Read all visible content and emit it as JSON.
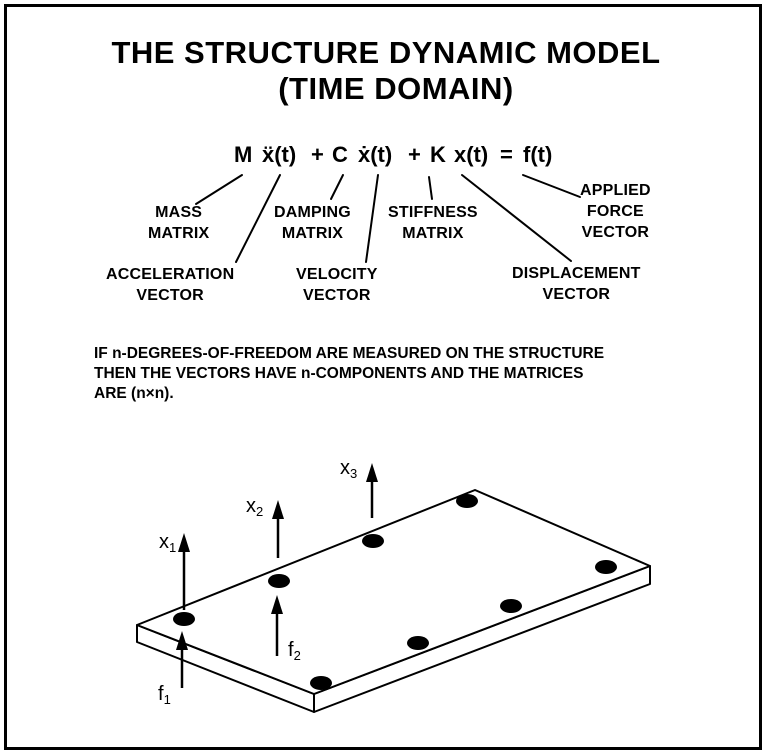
{
  "title": {
    "line1": "THE STRUCTURE DYNAMIC MODEL",
    "line2": "(TIME DOMAIN)"
  },
  "equation": {
    "mass_symbol": "M",
    "acceleration_term": "ẍ(t)",
    "plus1": "+",
    "damping_symbol": "C",
    "velocity_term": "ẋ(t)",
    "plus2": "+",
    "stiffness_symbol": "K",
    "displacement_term": "x(t)",
    "equals": "=",
    "force_term": "f(t)"
  },
  "labels": {
    "mass_matrix": [
      "MASS",
      "MATRIX"
    ],
    "acceleration_vector": [
      "ACCELERATION",
      "VECTOR"
    ],
    "damping_matrix": [
      "DAMPING",
      "MATRIX"
    ],
    "velocity_vector": [
      "VELOCITY",
      "VECTOR"
    ],
    "stiffness_matrix": [
      "STIFFNESS",
      "MATRIX"
    ],
    "displacement_vector": [
      "DISPLACEMENT",
      "VECTOR"
    ],
    "applied_force_vector": [
      "APPLIED",
      "FORCE",
      "VECTOR"
    ]
  },
  "note": {
    "line1": "IF n-DEGREES-OF-FREEDOM ARE MEASURED ON THE STRUCTURE",
    "line2": "THEN THE VECTORS HAVE n-COMPONENTS AND THE MATRICES",
    "line3": "ARE (n×n)."
  },
  "diagram": {
    "displacement_labels": [
      {
        "base": "x",
        "sub": "1"
      },
      {
        "base": "x",
        "sub": "2"
      },
      {
        "base": "x",
        "sub": "3"
      }
    ],
    "force_labels": [
      {
        "base": "f",
        "sub": "1"
      },
      {
        "base": "f",
        "sub": "2"
      }
    ],
    "measurement_point_count": 8
  }
}
